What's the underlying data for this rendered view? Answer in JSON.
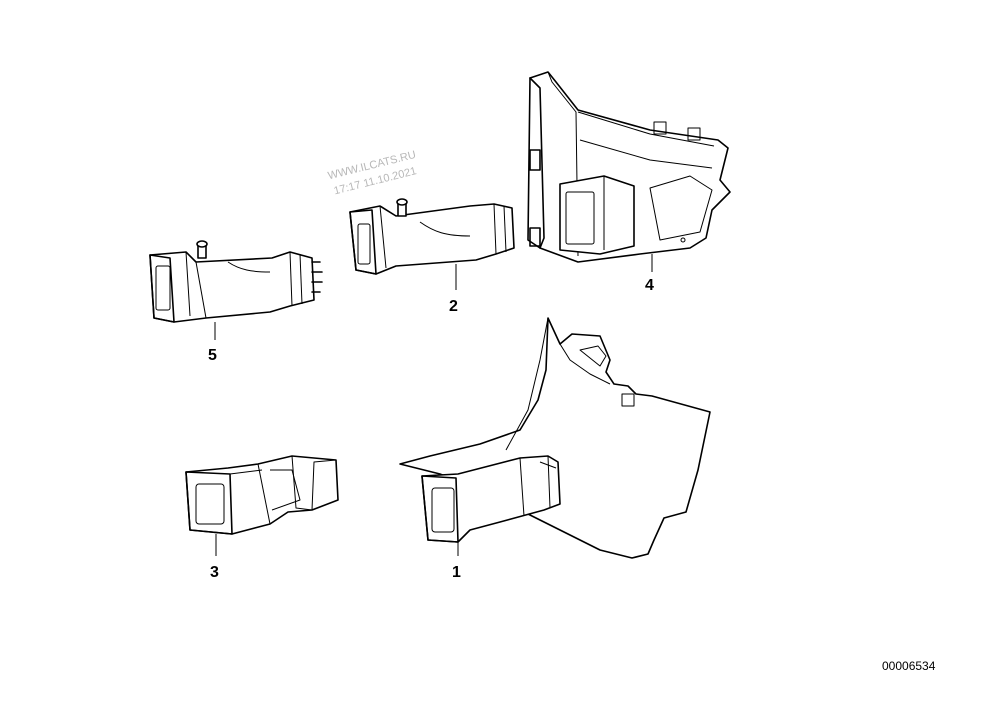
{
  "watermark": {
    "site": "WWW.ILCATS.RU",
    "timestamp": "17:17 11.10.2021"
  },
  "diagram_id": "00006534",
  "parts": [
    {
      "number": "1",
      "icon": "footwell-air-duct-icon"
    },
    {
      "number": "2",
      "icon": "center-air-duct-icon"
    },
    {
      "number": "3",
      "icon": "air-outlet-duct-icon"
    },
    {
      "number": "4",
      "icon": "side-air-duct-housing-icon"
    },
    {
      "number": "5",
      "icon": "left-air-duct-icon"
    }
  ]
}
